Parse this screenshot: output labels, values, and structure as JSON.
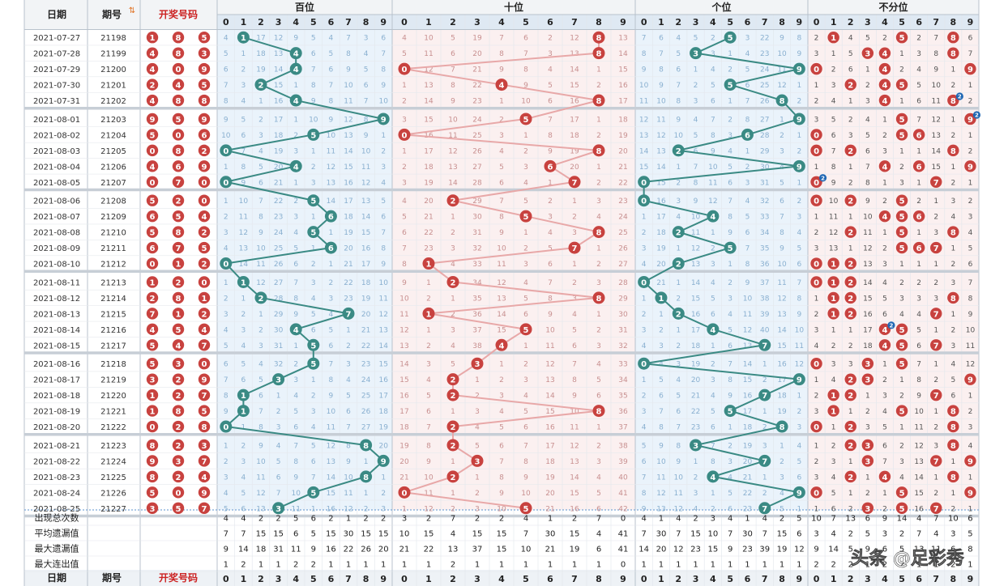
{
  "header": {
    "date": "日期",
    "issue": "期号",
    "draw": "开奖号码",
    "bai": "百位",
    "shi": "十位",
    "ge": "个位",
    "bufen": "不分位"
  },
  "digits": [
    "0",
    "1",
    "2",
    "3",
    "4",
    "5",
    "6",
    "7",
    "8",
    "9"
  ],
  "colors": {
    "teal": "#3a8a84",
    "red": "#c8423f",
    "blue_fill": "#eaf3fb",
    "red_fill": "#fbf0f0",
    "grid": "#e1e6ec"
  },
  "chart_data": {
    "type": "table",
    "rows": [
      {
        "date": "2021-07-27",
        "issue": "21198",
        "draw": [
          1,
          8,
          5
        ]
      },
      {
        "date": "2021-07-28",
        "issue": "21199",
        "draw": [
          4,
          8,
          3
        ]
      },
      {
        "date": "2021-07-29",
        "issue": "21200",
        "draw": [
          4,
          0,
          9
        ]
      },
      {
        "date": "2021-07-30",
        "issue": "21201",
        "draw": [
          2,
          4,
          5
        ]
      },
      {
        "date": "2021-07-31",
        "issue": "21202",
        "draw": [
          4,
          8,
          8
        ]
      },
      {
        "date": "2021-08-01",
        "issue": "21203",
        "draw": [
          9,
          5,
          9
        ]
      },
      {
        "date": "2021-08-02",
        "issue": "21204",
        "draw": [
          5,
          0,
          6
        ]
      },
      {
        "date": "2021-08-03",
        "issue": "21205",
        "draw": [
          0,
          8,
          2
        ]
      },
      {
        "date": "2021-08-04",
        "issue": "21206",
        "draw": [
          4,
          6,
          9
        ]
      },
      {
        "date": "2021-08-05",
        "issue": "21207",
        "draw": [
          0,
          7,
          0
        ]
      },
      {
        "date": "2021-08-06",
        "issue": "21208",
        "draw": [
          5,
          2,
          0
        ]
      },
      {
        "date": "2021-08-07",
        "issue": "21209",
        "draw": [
          6,
          5,
          4
        ]
      },
      {
        "date": "2021-08-08",
        "issue": "21210",
        "draw": [
          5,
          8,
          2
        ]
      },
      {
        "date": "2021-08-09",
        "issue": "21211",
        "draw": [
          6,
          7,
          5
        ]
      },
      {
        "date": "2021-08-10",
        "issue": "21212",
        "draw": [
          0,
          1,
          2
        ]
      },
      {
        "date": "2021-08-11",
        "issue": "21213",
        "draw": [
          1,
          2,
          0
        ]
      },
      {
        "date": "2021-08-12",
        "issue": "21214",
        "draw": [
          2,
          8,
          1
        ]
      },
      {
        "date": "2021-08-13",
        "issue": "21215",
        "draw": [
          7,
          1,
          2
        ]
      },
      {
        "date": "2021-08-14",
        "issue": "21216",
        "draw": [
          4,
          5,
          4
        ]
      },
      {
        "date": "2021-08-15",
        "issue": "21217",
        "draw": [
          5,
          4,
          7
        ]
      },
      {
        "date": "2021-08-16",
        "issue": "21218",
        "draw": [
          5,
          3,
          0
        ]
      },
      {
        "date": "2021-08-17",
        "issue": "21219",
        "draw": [
          3,
          2,
          9
        ]
      },
      {
        "date": "2021-08-18",
        "issue": "21220",
        "draw": [
          1,
          2,
          7
        ]
      },
      {
        "date": "2021-08-19",
        "issue": "21221",
        "draw": [
          1,
          8,
          5
        ]
      },
      {
        "date": "2021-08-20",
        "issue": "21222",
        "draw": [
          0,
          2,
          8
        ]
      },
      {
        "date": "2021-08-21",
        "issue": "21223",
        "draw": [
          8,
          2,
          3
        ]
      },
      {
        "date": "2021-08-22",
        "issue": "21224",
        "draw": [
          9,
          3,
          7
        ]
      },
      {
        "date": "2021-08-23",
        "issue": "21225",
        "draw": [
          8,
          2,
          4
        ]
      },
      {
        "date": "2021-08-24",
        "issue": "21226",
        "draw": [
          5,
          0,
          9
        ]
      },
      {
        "date": "2021-08-25",
        "issue": "21227",
        "draw": [
          3,
          5,
          7
        ]
      }
    ],
    "stats": [
      {
        "label": "出现总次数",
        "values": [
          4,
          4,
          2,
          2,
          5,
          6,
          2,
          1,
          2,
          2,
          3,
          2,
          7,
          2,
          2,
          4,
          1,
          2,
          7,
          0,
          4,
          1,
          4,
          2,
          3,
          4,
          1,
          4,
          2,
          5,
          10,
          7,
          13,
          6,
          9,
          14,
          4,
          7,
          10,
          6
        ]
      },
      {
        "label": "平均遗漏值",
        "values": [
          7,
          7,
          15,
          15,
          6,
          5,
          15,
          30,
          15,
          15,
          10,
          15,
          4,
          15,
          15,
          7,
          30,
          15,
          4,
          41,
          7,
          30,
          7,
          15,
          10,
          7,
          30,
          7,
          15,
          6,
          3,
          4,
          2,
          5,
          3,
          2,
          7,
          4,
          3,
          5
        ]
      },
      {
        "label": "最大遗漏值",
        "values": [
          9,
          14,
          18,
          31,
          11,
          9,
          16,
          22,
          26,
          20,
          21,
          22,
          13,
          37,
          15,
          10,
          21,
          19,
          6,
          41,
          14,
          20,
          12,
          23,
          15,
          9,
          23,
          39,
          19,
          12,
          9,
          14,
          5,
          9,
          6,
          5,
          13,
          11,
          6,
          8
        ]
      },
      {
        "label": "最大连出值",
        "values": [
          1,
          2,
          1,
          1,
          2,
          2,
          1,
          1,
          1,
          1,
          1,
          1,
          2,
          1,
          1,
          1,
          1,
          1,
          1,
          0,
          1,
          1,
          1,
          1,
          1,
          1,
          1,
          1,
          1,
          1,
          2,
          2,
          2,
          1,
          2,
          2,
          1,
          1,
          2,
          1
        ]
      }
    ],
    "footer": {
      "date": "日期",
      "issue": "期号",
      "draw": "开奖号码"
    },
    "watermark": "头条 @足彩秀"
  }
}
